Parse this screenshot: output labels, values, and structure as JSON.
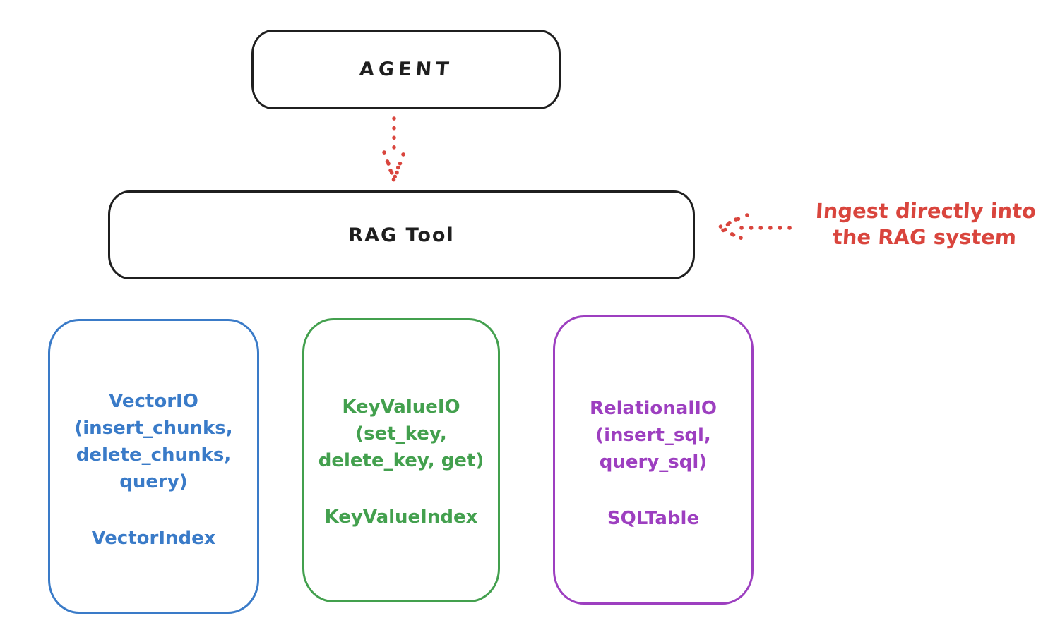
{
  "diagram": {
    "agent": {
      "label": "AGENT"
    },
    "rag_tool": {
      "label": "RAG Tool"
    },
    "annotation": {
      "line1": "Ingest directly into",
      "line2": "the RAG system"
    },
    "backends": [
      {
        "name": "VectorIO",
        "lines": [
          "VectorIO",
          "(insert_chunks,",
          "delete_chunks,",
          "query)"
        ],
        "index": "VectorIndex",
        "color": "#3a7bc8"
      },
      {
        "name": "KeyValueIO",
        "lines": [
          "KeyValueIO",
          "(set_key,",
          "delete_key, get)"
        ],
        "index": "KeyValueIndex",
        "color": "#43a04e"
      },
      {
        "name": "RelationalIO",
        "lines": [
          "RelationalIO",
          "(insert_sql,",
          "query_sql)"
        ],
        "index": "SQLTable",
        "color": "#9d3fc0"
      }
    ],
    "colors": {
      "outline_black": "#1f1f1f",
      "arrow_red": "#d9453d",
      "background": "#ffffff"
    }
  }
}
